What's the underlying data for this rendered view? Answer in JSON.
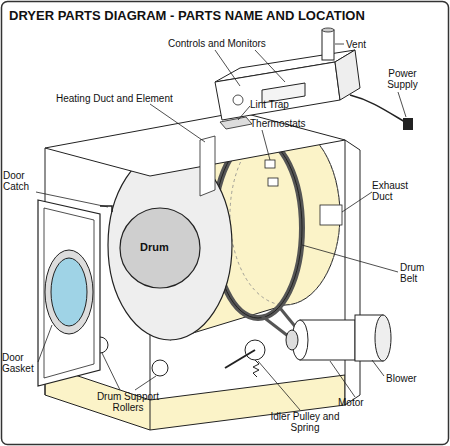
{
  "diagram": {
    "title": "DRYER PARTS DIAGRAM - PARTS NAME AND LOCATION",
    "labels": [
      "Controls and Monitors",
      "Vent",
      "Power Supply",
      "Heating Duct and Element",
      "Lint Trap",
      "Thermostats",
      "Exhaust Duct",
      "Door Catch",
      "Drum",
      "Drum Belt",
      "Door Gasket",
      "Blower",
      "Motor",
      "Drum Support Rollers",
      "Idler Pulley and Spring"
    ]
  }
}
